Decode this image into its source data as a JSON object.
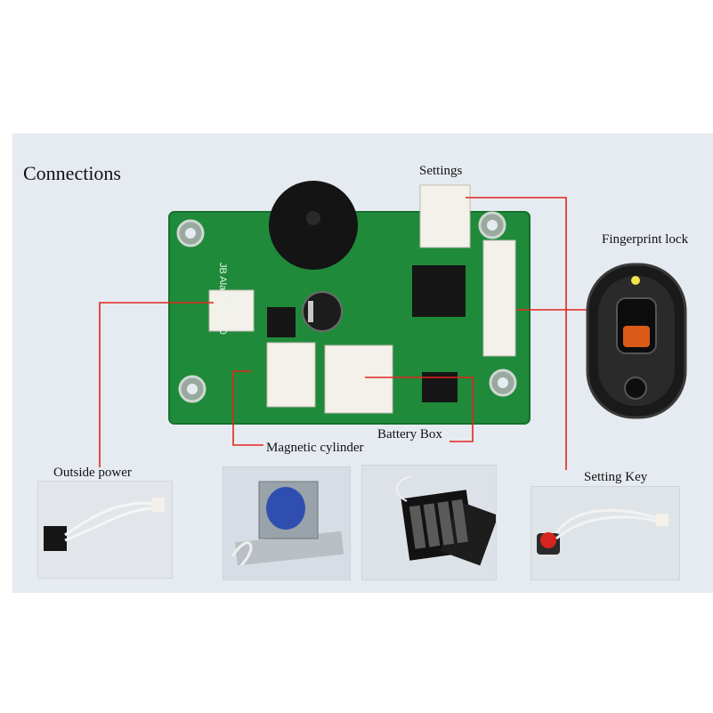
{
  "title": "Connections",
  "labels": {
    "settings": "Settings",
    "fingerprint": "Fingerprint lock",
    "outside_power": "Outside power",
    "magnetic": "Magnetic cylinder",
    "battery": "Battery Box",
    "setting_key": "Setting Key"
  },
  "pcb_text": {
    "name": "JB Alarm DY510",
    "version": "V2.0"
  },
  "colors": {
    "line": "#e2241f",
    "pcb": "#1f8a3a",
    "background": "#e6ebf1"
  }
}
